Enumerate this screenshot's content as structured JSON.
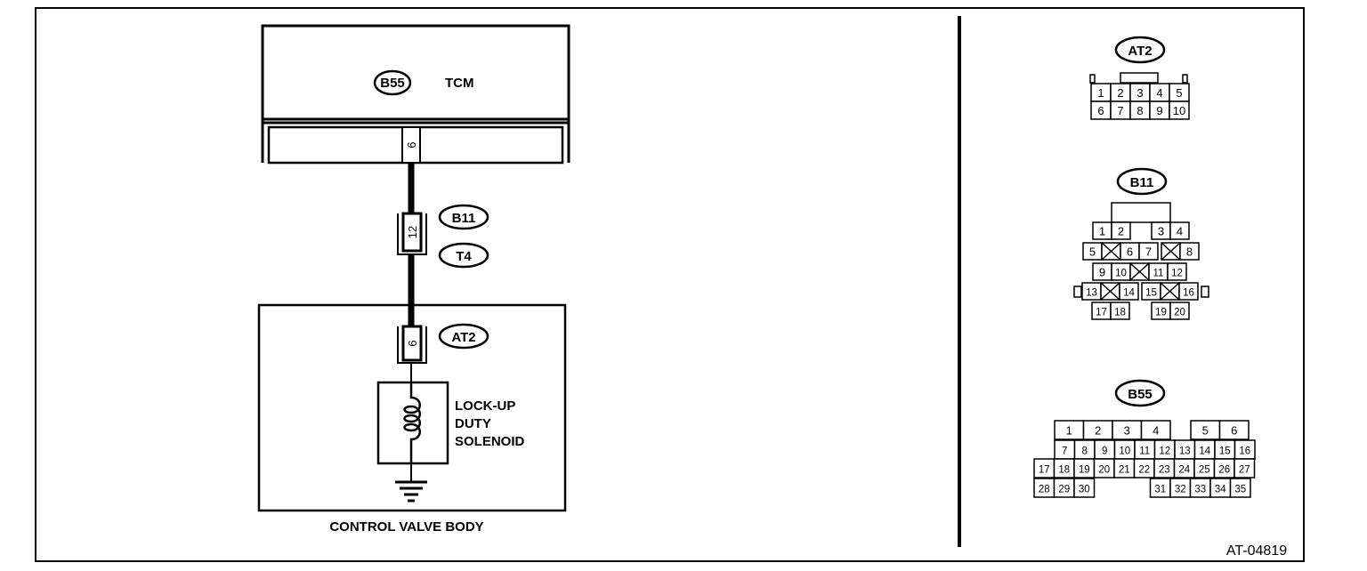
{
  "diagram": {
    "figure_id": "AT-04819",
    "tcm": {
      "connector": "B55",
      "label": "TCM",
      "pin": "6"
    },
    "joint": {
      "pin": "12",
      "connectors": [
        "B11",
        "T4"
      ]
    },
    "control_valve_body": {
      "label": "CONTROL VALVE BODY",
      "connector": "AT2",
      "pin": "6",
      "solenoid_label": [
        "LOCK-UP",
        "DUTY",
        "SOLENOID"
      ]
    }
  },
  "connector_views": {
    "at2": {
      "name": "AT2",
      "rows": [
        [
          "1",
          "2",
          "3",
          "4",
          "5"
        ],
        [
          "6",
          "7",
          "8",
          "9",
          "10"
        ]
      ]
    },
    "b11": {
      "name": "B11",
      "rows": [
        [
          "1",
          "2",
          "3",
          "4"
        ],
        [
          "5",
          "6",
          "7",
          "8"
        ],
        [
          "9",
          "10",
          "11",
          "12"
        ],
        [
          "13",
          "14",
          "15",
          "16"
        ],
        [
          "17",
          "18",
          "19",
          "20"
        ]
      ]
    },
    "b55": {
      "name": "B55",
      "rows": [
        [
          "1",
          "2",
          "3",
          "4",
          "5",
          "6"
        ],
        [
          "7",
          "8",
          "9",
          "10",
          "11",
          "12",
          "13",
          "14",
          "15",
          "16"
        ],
        [
          "17",
          "18",
          "19",
          "20",
          "21",
          "22",
          "23",
          "24",
          "25",
          "26",
          "27"
        ],
        [
          "28",
          "29",
          "30",
          "31",
          "32",
          "33",
          "34",
          "35"
        ]
      ]
    }
  }
}
